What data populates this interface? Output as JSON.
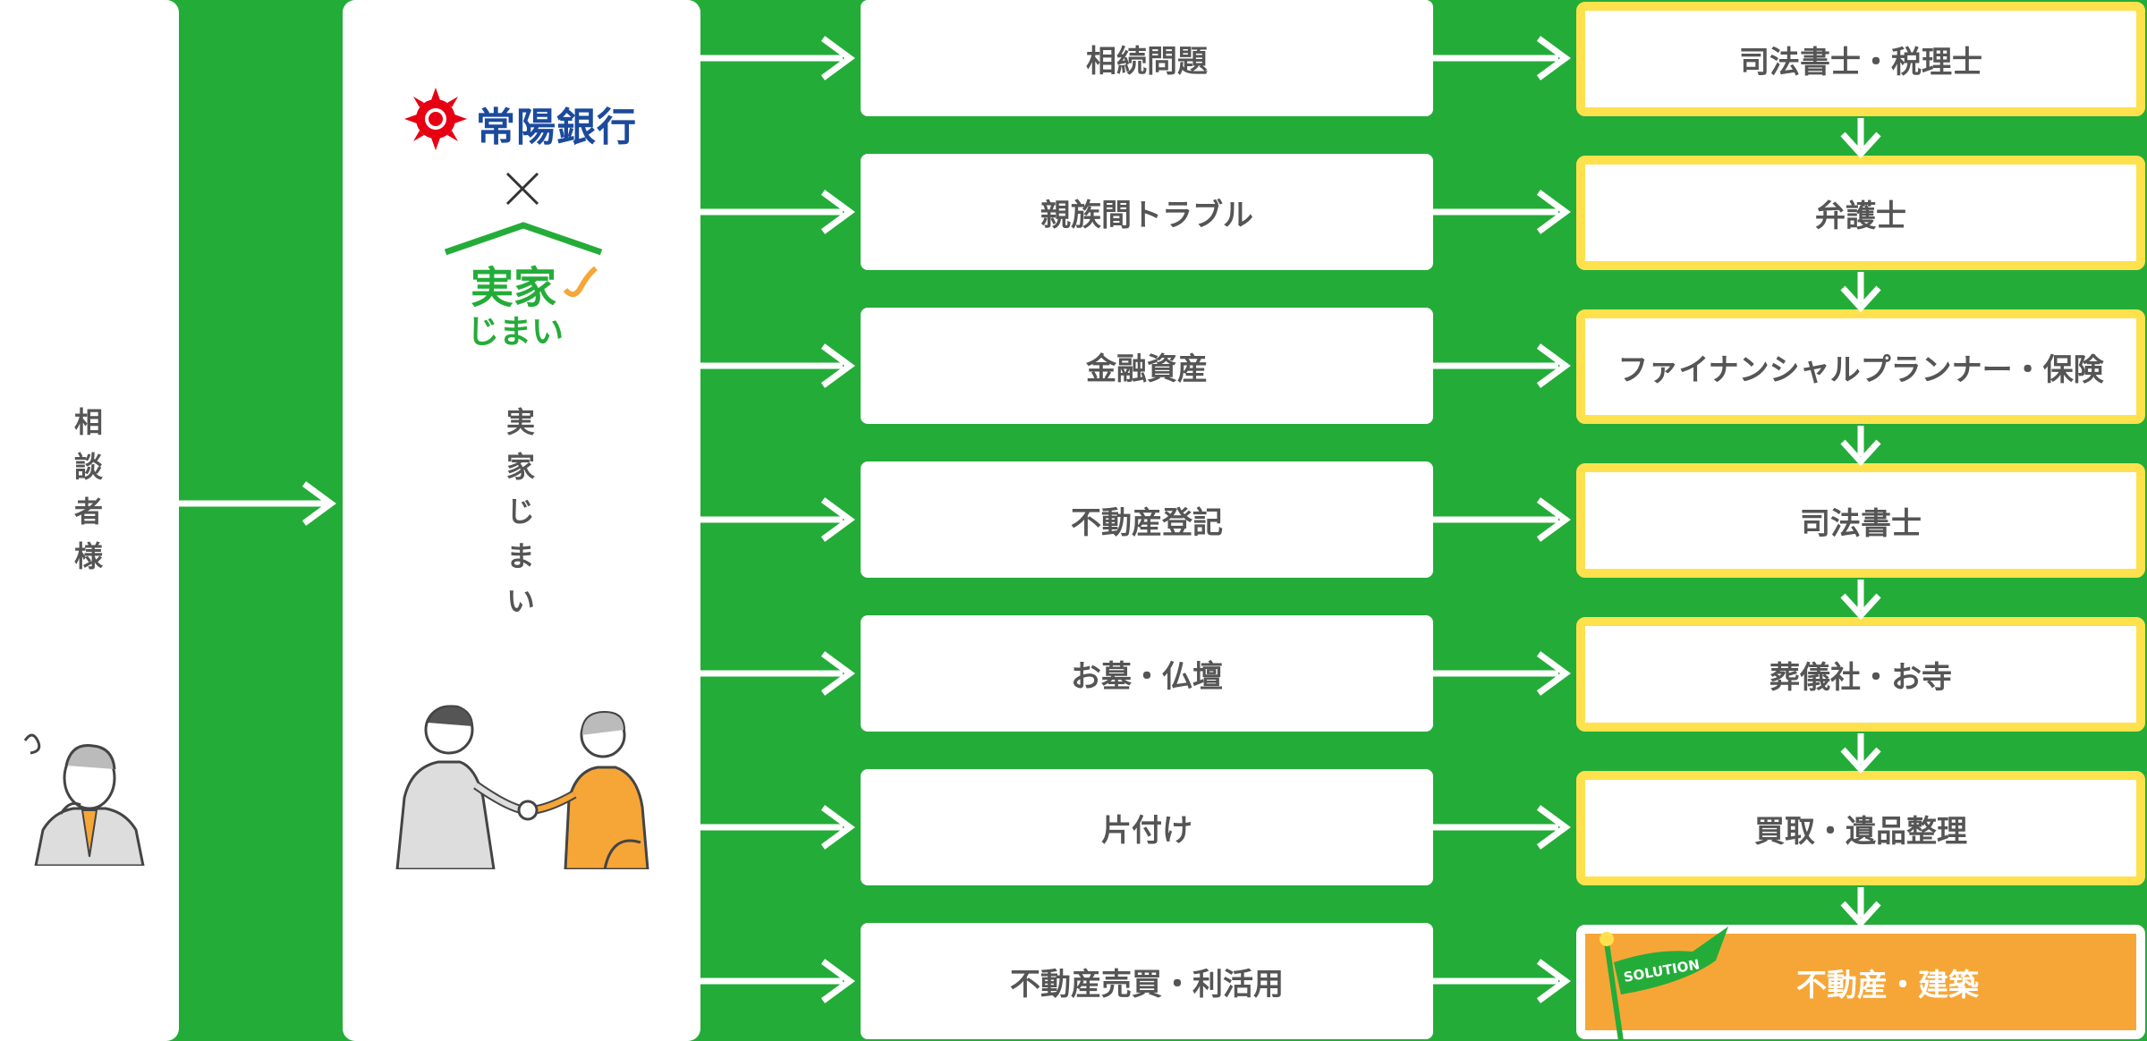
{
  "consultant": {
    "label": "相談者様",
    "illustration": "worried-person"
  },
  "company": {
    "bank_name": "常陽銀行",
    "bank_logo_icon": "sun-emblem-icon",
    "times_symbol": "×",
    "jikka_logo_line1": "実家",
    "jikka_logo_line2": "じまい",
    "label": "実家じまい",
    "illustration": "handshake"
  },
  "issues": [
    "相続問題",
    "親族間トラブル",
    "金融資産",
    "不動産登記",
    "お墓・仏壇",
    "片付け",
    "不動産売買・利活用"
  ],
  "professionals": [
    "司法書士・税理士",
    "弁護士",
    "ファイナンシャルプランナー・保険",
    "司法書士",
    "葬儀社・お寺",
    "買取・遺品整理",
    "不動産・建築"
  ],
  "solution_flag_text": "SOLUTION",
  "colors": {
    "background": "#24ac39",
    "pro_border": "#ffe14d",
    "solution": "#f6a637",
    "bank_red": "#e60012",
    "bank_blue": "#1b4a9c",
    "text": "#555555"
  }
}
